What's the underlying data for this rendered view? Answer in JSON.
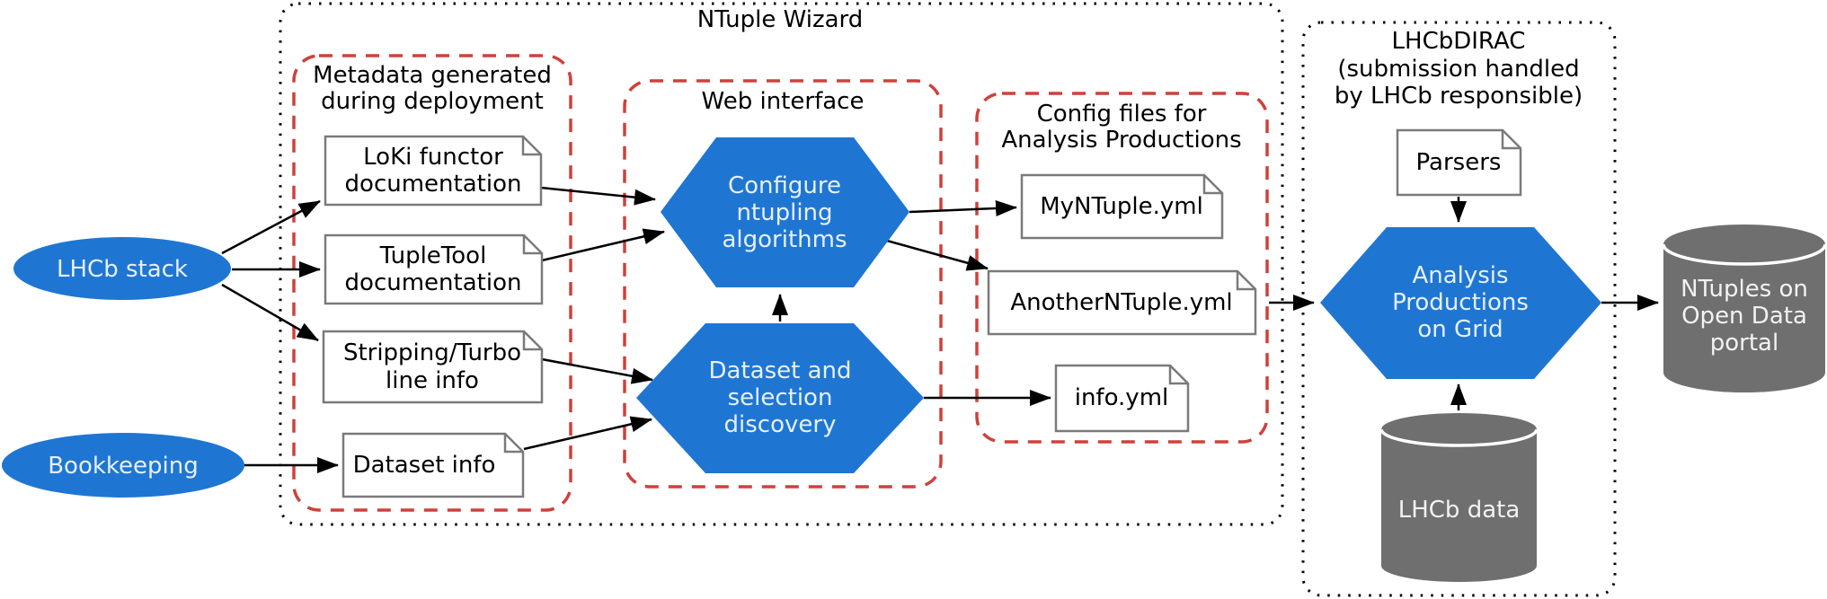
{
  "diagram_title": "NTuple Wizard",
  "colors": {
    "node_blue": "#1f76d2",
    "cluster_red": "#ce413b",
    "datastore_gray": "#6f6f6f",
    "edge_black": "#000000",
    "document_border": "#7a7a7a",
    "node_text_light": "#e6f0fb",
    "label_text": "#000000"
  },
  "groups": {
    "ntuple_wizard": "NTuple Wizard",
    "metadata": [
      "Metadata generated",
      "during deployment"
    ],
    "web_interface": "Web interface",
    "config_files": [
      "Config files for",
      "Analysis Productions"
    ],
    "lhcbdirac": [
      "LHCbDIRAC",
      "(submission handled",
      "by LHCb responsible)"
    ]
  },
  "sources": {
    "lhcb_stack": "LHCb stack",
    "bookkeeping": "Bookkeeping"
  },
  "documents": {
    "loki": [
      "LoKi functor",
      "documentation"
    ],
    "tupletool": [
      "TupleTool",
      "documentation"
    ],
    "stripping": [
      "Stripping/Turbo",
      "line info"
    ],
    "dataset_info": [
      "Dataset info"
    ],
    "myntuple": [
      "MyNTuple.yml"
    ],
    "anotherntuple": [
      "AnotherNTuple.yml"
    ],
    "info_yml": [
      "info.yml"
    ],
    "parsers": [
      "Parsers"
    ]
  },
  "processes": {
    "configure": [
      "Configure",
      "ntupling",
      "algorithms"
    ],
    "dataset_discovery": [
      "Dataset and",
      "selection",
      "discovery"
    ],
    "analysis_productions": [
      "Analysis",
      "Productions",
      "on Grid"
    ]
  },
  "datastores": {
    "lhcb_data": [
      "LHCb data"
    ],
    "ntuples_portal": [
      "NTuples on",
      "Open Data",
      "portal"
    ]
  }
}
